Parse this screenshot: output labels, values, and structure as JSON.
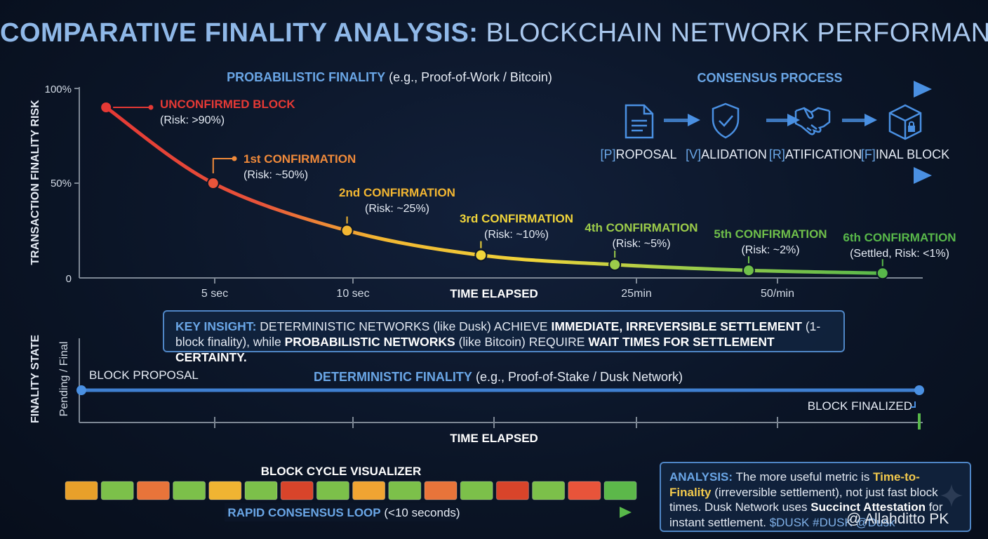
{
  "title": {
    "bold": "COMPARATIVE FINALITY ANALYSIS:",
    "light": "BLOCKCHAIN NETWORK PERFORMANCE"
  },
  "probabilistic": {
    "label_bold": "PROBABILISTIC FINALITY",
    "label_rest": "(e.g., Proof-of-Work / Bitcoin)"
  },
  "consensus": {
    "title": "CONSENSUS PROCESS",
    "steps": [
      {
        "letter": "[P]",
        "rest": "ROPOSAL",
        "icon": "document-icon"
      },
      {
        "letter": "[V]",
        "rest": "ALIDATION",
        "icon": "shield-check-icon"
      },
      {
        "letter": "[R]",
        "rest": "ATIFICATION",
        "icon": "handshake-icon"
      },
      {
        "letter": "[F]",
        "rest": "INAL BLOCK",
        "icon": "cube-lock-icon"
      }
    ]
  },
  "chart_data": [
    {
      "type": "line",
      "ylabel": "TRANSACTION FINALITY RISK",
      "xlabel": "TIME ELAPSED",
      "y_ticks": [
        "100%",
        "50%",
        "0"
      ],
      "x_ticks": [
        "5 sec",
        "10 sec",
        "25min",
        "50/min"
      ],
      "ylim": [
        0,
        100
      ],
      "x_positions": [
        1,
        5,
        10,
        15,
        20,
        25,
        30
      ],
      "values": [
        90,
        50,
        25,
        12,
        7,
        4,
        2.5
      ],
      "colors": [
        "#e53935",
        "#e8543a",
        "#f2b632",
        "#f0d43a",
        "#9ccc4a",
        "#6fbf4a",
        "#58b84a"
      ],
      "annotations": [
        {
          "title": "UNCONFIRMED BLOCK",
          "sub": "(Risk: >90%)",
          "color": "#e53935"
        },
        {
          "title": "1st CONFIRMATION",
          "sub": "(Risk: ~50%)",
          "color": "#f08a3a"
        },
        {
          "title": "2nd CONFIRMATION",
          "sub": "(Risk: ~25%)",
          "color": "#f2b632"
        },
        {
          "title": "3rd CONFIRMATION",
          "sub": "(Risk: ~10%)",
          "color": "#f0d43a"
        },
        {
          "title": "4th CONFIRMATION",
          "sub": "(Risk: ~5%)",
          "color": "#9ccc4a"
        },
        {
          "title": "5th CONFIRMATION",
          "sub": "(Risk: ~2%)",
          "color": "#6fbf4a"
        },
        {
          "title": "6th CONFIRMATION",
          "sub": "(Settled, Risk: <1%)",
          "color": "#58b84a"
        }
      ]
    },
    {
      "type": "line",
      "ylabel": "FINALITY STATE",
      "y_sub": "Pending / Final",
      "xlabel": "TIME ELAPSED",
      "label_bold": "DETERMINISTIC FINALITY",
      "label_rest": "(e.g., Proof-of-Stake / Dusk Network)",
      "start_label": "BLOCK PROPOSAL",
      "end_label": "BLOCK FINALIZED"
    }
  ],
  "key_insight": {
    "k": "KEY INSIGHT:",
    "t1": "DETERMINISTIC NETWORKS (like Dusk) ACHIEVE",
    "b1": "IMMEDIATE, IRREVERSIBLE SETTLEMENT",
    "t2": "(1-block finality), while",
    "b2": "PROBABILISTIC NETWORKS",
    "t3": "(like Bitcoin) REQUIRE",
    "b3": "WAIT TIMES FOR SETTLEMENT CERTAINTY",
    "t4": "."
  },
  "block_cycle": {
    "title": "BLOCK CYCLE VISUALIZER",
    "loop_bold": "RAPID CONSENSUS LOOP",
    "loop_rest": "(<10 seconds)",
    "blocks": [
      "#e8a02a",
      "#7cc04a",
      "#e8743a",
      "#7cc04a",
      "#f0b432",
      "#7cc04a",
      "#d8442a",
      "#7cc04a",
      "#f0a432",
      "#7cc04a",
      "#e8743a",
      "#7cc04a",
      "#d8442a",
      "#7cc04a",
      "#e8543a",
      "#5cb84a"
    ]
  },
  "analysis": {
    "k": "ANALYSIS:",
    "t1": "The more useful metric is",
    "y1": "Time-to-Finality",
    "t2": "(irreversible settlement), not just fast block times. Dusk Network uses",
    "w1": "Succinct Attestation",
    "t3": "for instant settlement.",
    "tags": "$DUSK  #DUSK  @Dusk"
  },
  "watermark": "@ Allahditto PK"
}
